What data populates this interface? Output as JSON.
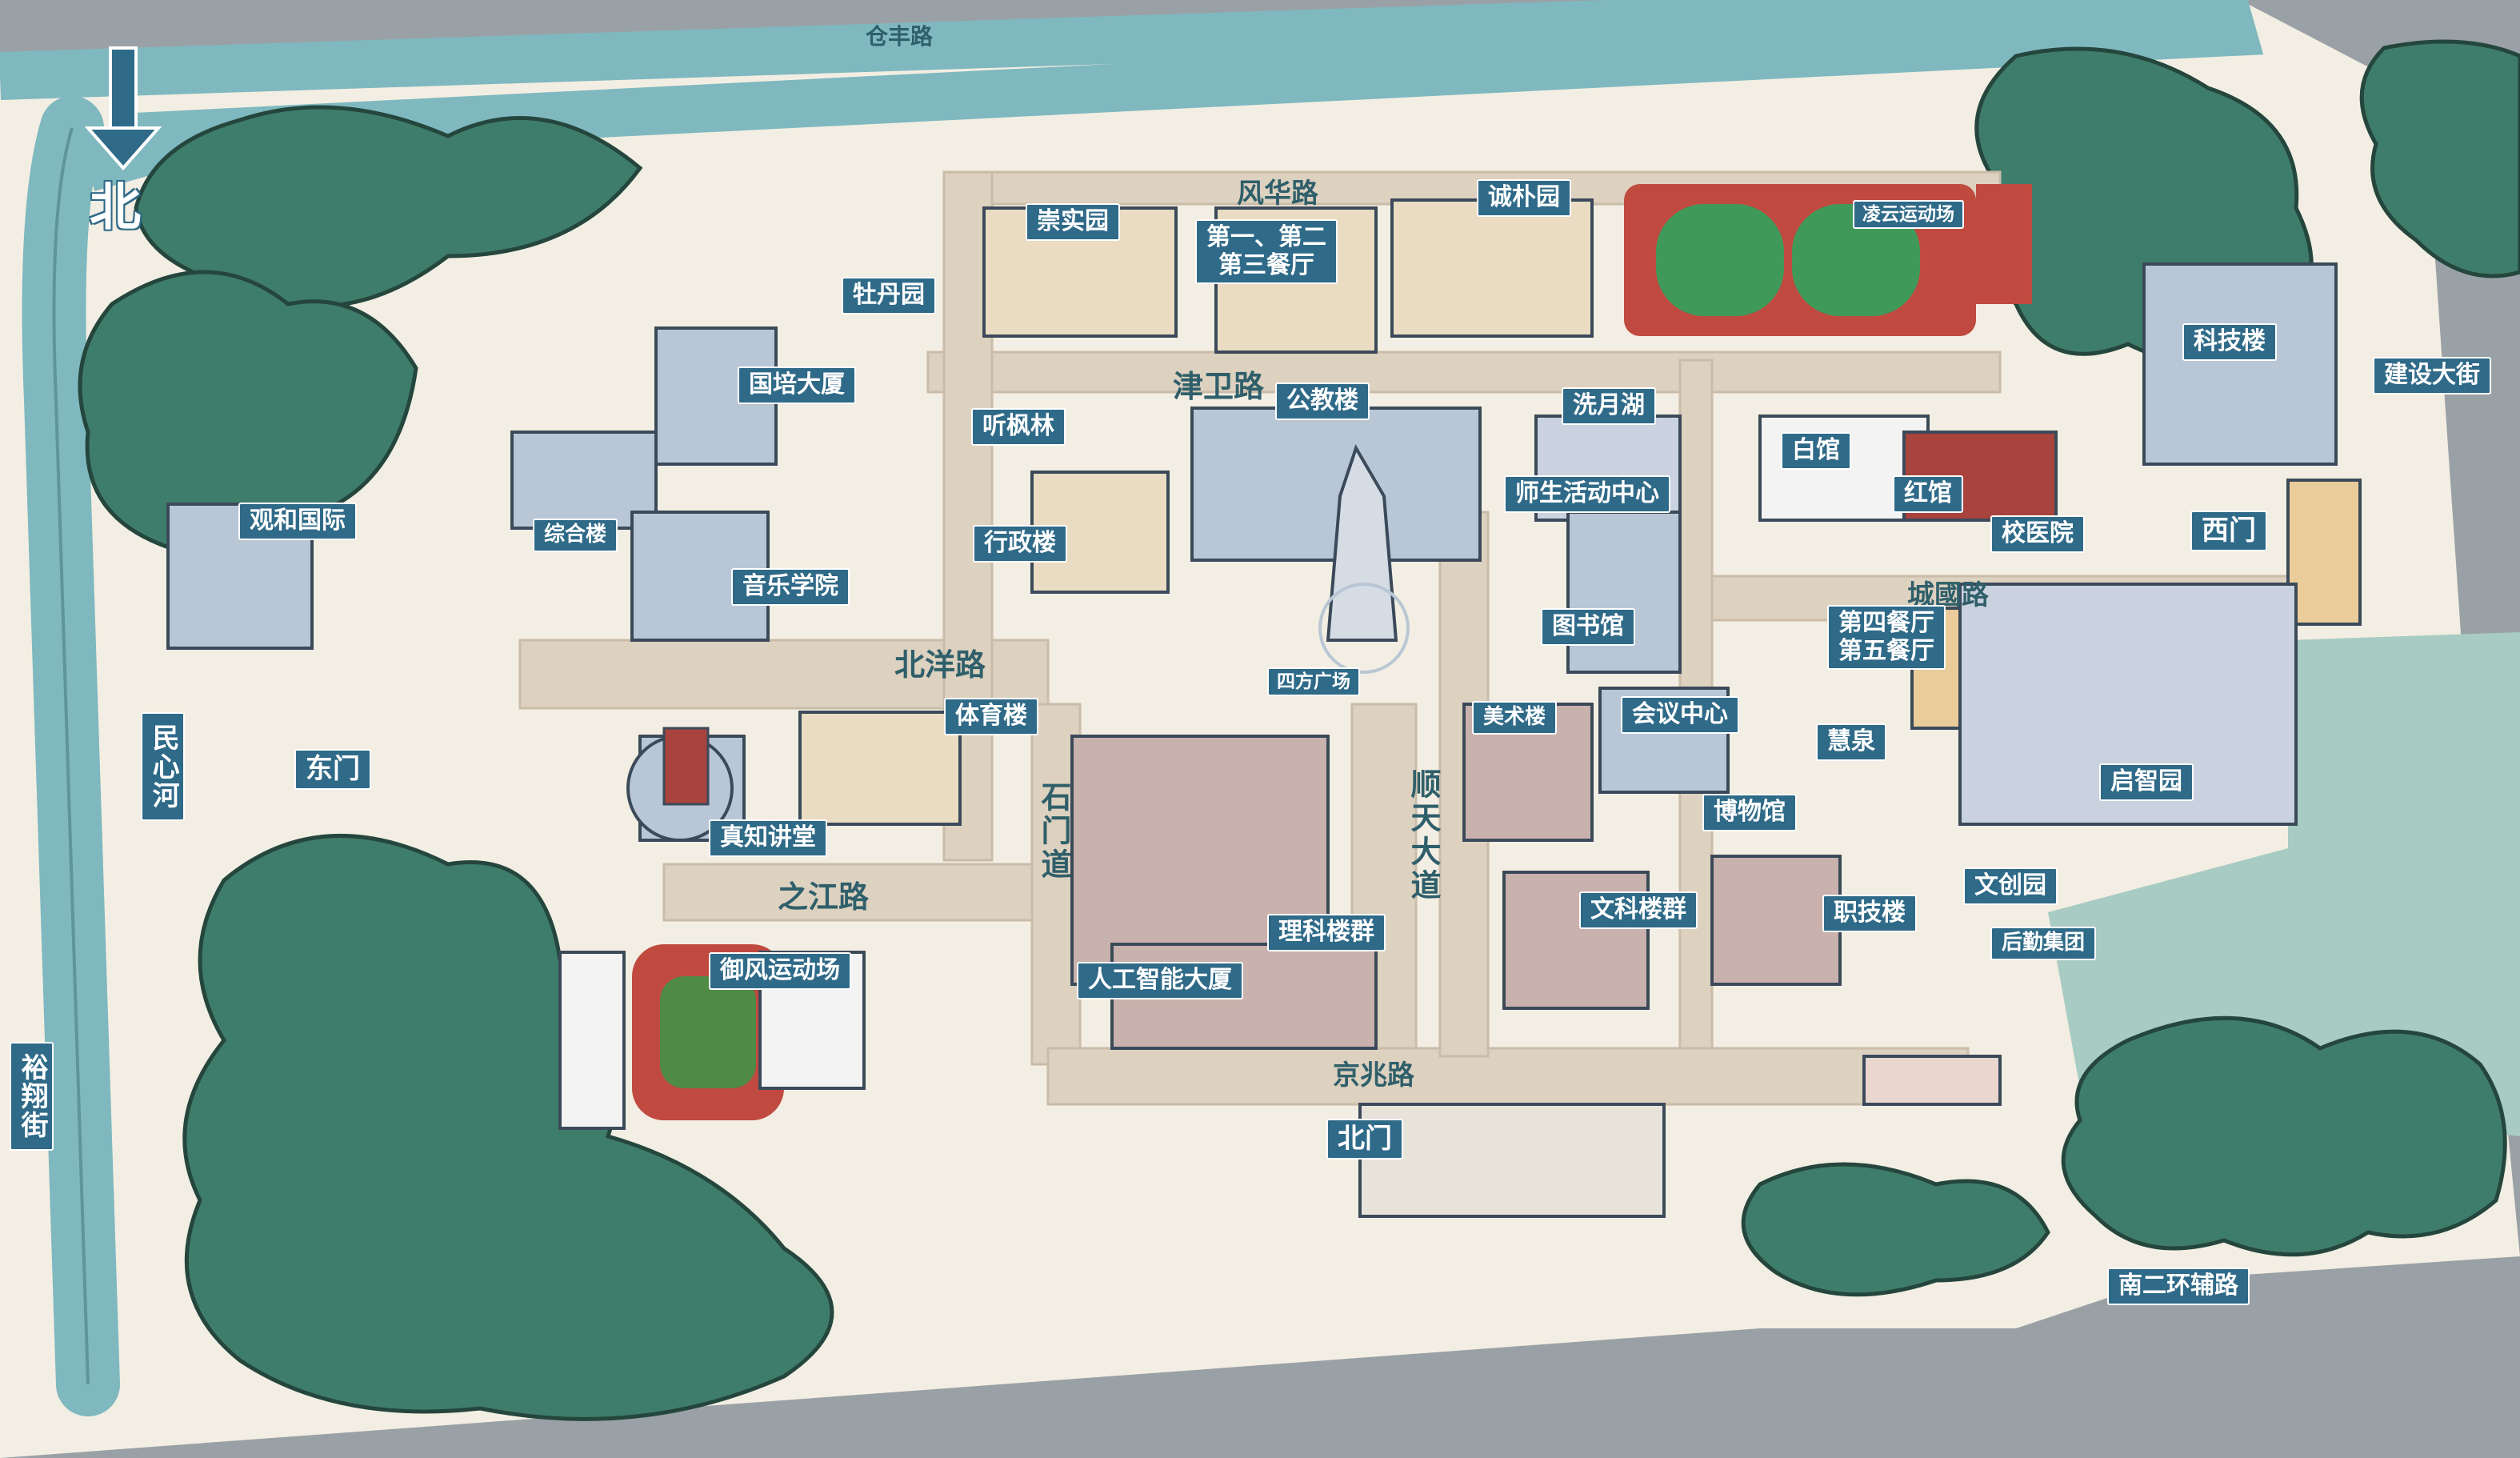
{
  "compass": {
    "north": "北"
  },
  "roads": {
    "cangfeng": "仓丰路",
    "fenghua": "风华路",
    "jinwei": "津卫路",
    "beiyang": "北洋路",
    "zhijiang": "之江路",
    "shimen": "石门道",
    "shuntian": "顺天大道",
    "jingzhao": "京兆路",
    "chengguo": "城國路"
  },
  "outer_labels": {
    "jianshe_street": "建设大街",
    "minxin_river": "民心河",
    "yuxiang_street": "裕翔街",
    "nanerhuan_road": "南二环辅路"
  },
  "gates": {
    "east": "东门",
    "west": "西门",
    "north": "北门"
  },
  "places": {
    "chongshi": "崇实园",
    "canteen_123": "第一、第二\n第三餐厅",
    "chengpu": "诚朴园",
    "lingyun": "凌云运动场",
    "keji": "科技楼",
    "mudan": "牡丹园",
    "guopei": "国培大厦",
    "tingfeng": "听枫林",
    "gongjiao": "公教楼",
    "xiyue": "洗月湖",
    "baiguan": "白馆",
    "hongguan": "红馆",
    "shisheng": "师生活动中心",
    "xiaoyiyuan": "校医院",
    "guanhe": "观和国际",
    "zonghe": "综合楼",
    "yinyue": "音乐学院",
    "xingzheng": "行政楼",
    "tushuguan": "图书馆",
    "canteen_45": "第四餐厅\n第五餐厅",
    "sifang": "四方广场",
    "meishu": "美术楼",
    "huiyi": "会议中心",
    "huiquan": "慧泉",
    "tiyu": "体育楼",
    "bowuguan": "博物馆",
    "qizhi": "启智园",
    "zhenzhi": "真知讲堂",
    "wenke": "文科楼群",
    "zhiji": "职技楼",
    "wenchuang": "文创园",
    "like": "理科楼群",
    "houqin": "后勤集团",
    "yufeng": "御风运动场",
    "rengong": "人工智能大厦"
  },
  "colors": {
    "label_bg": "#2f6a88",
    "river": "#7fb8bf",
    "tree": "#3f7d6b",
    "campus_ground": "#f3eee3",
    "road": "#ddd1c0",
    "street": "#9aa1a6"
  }
}
